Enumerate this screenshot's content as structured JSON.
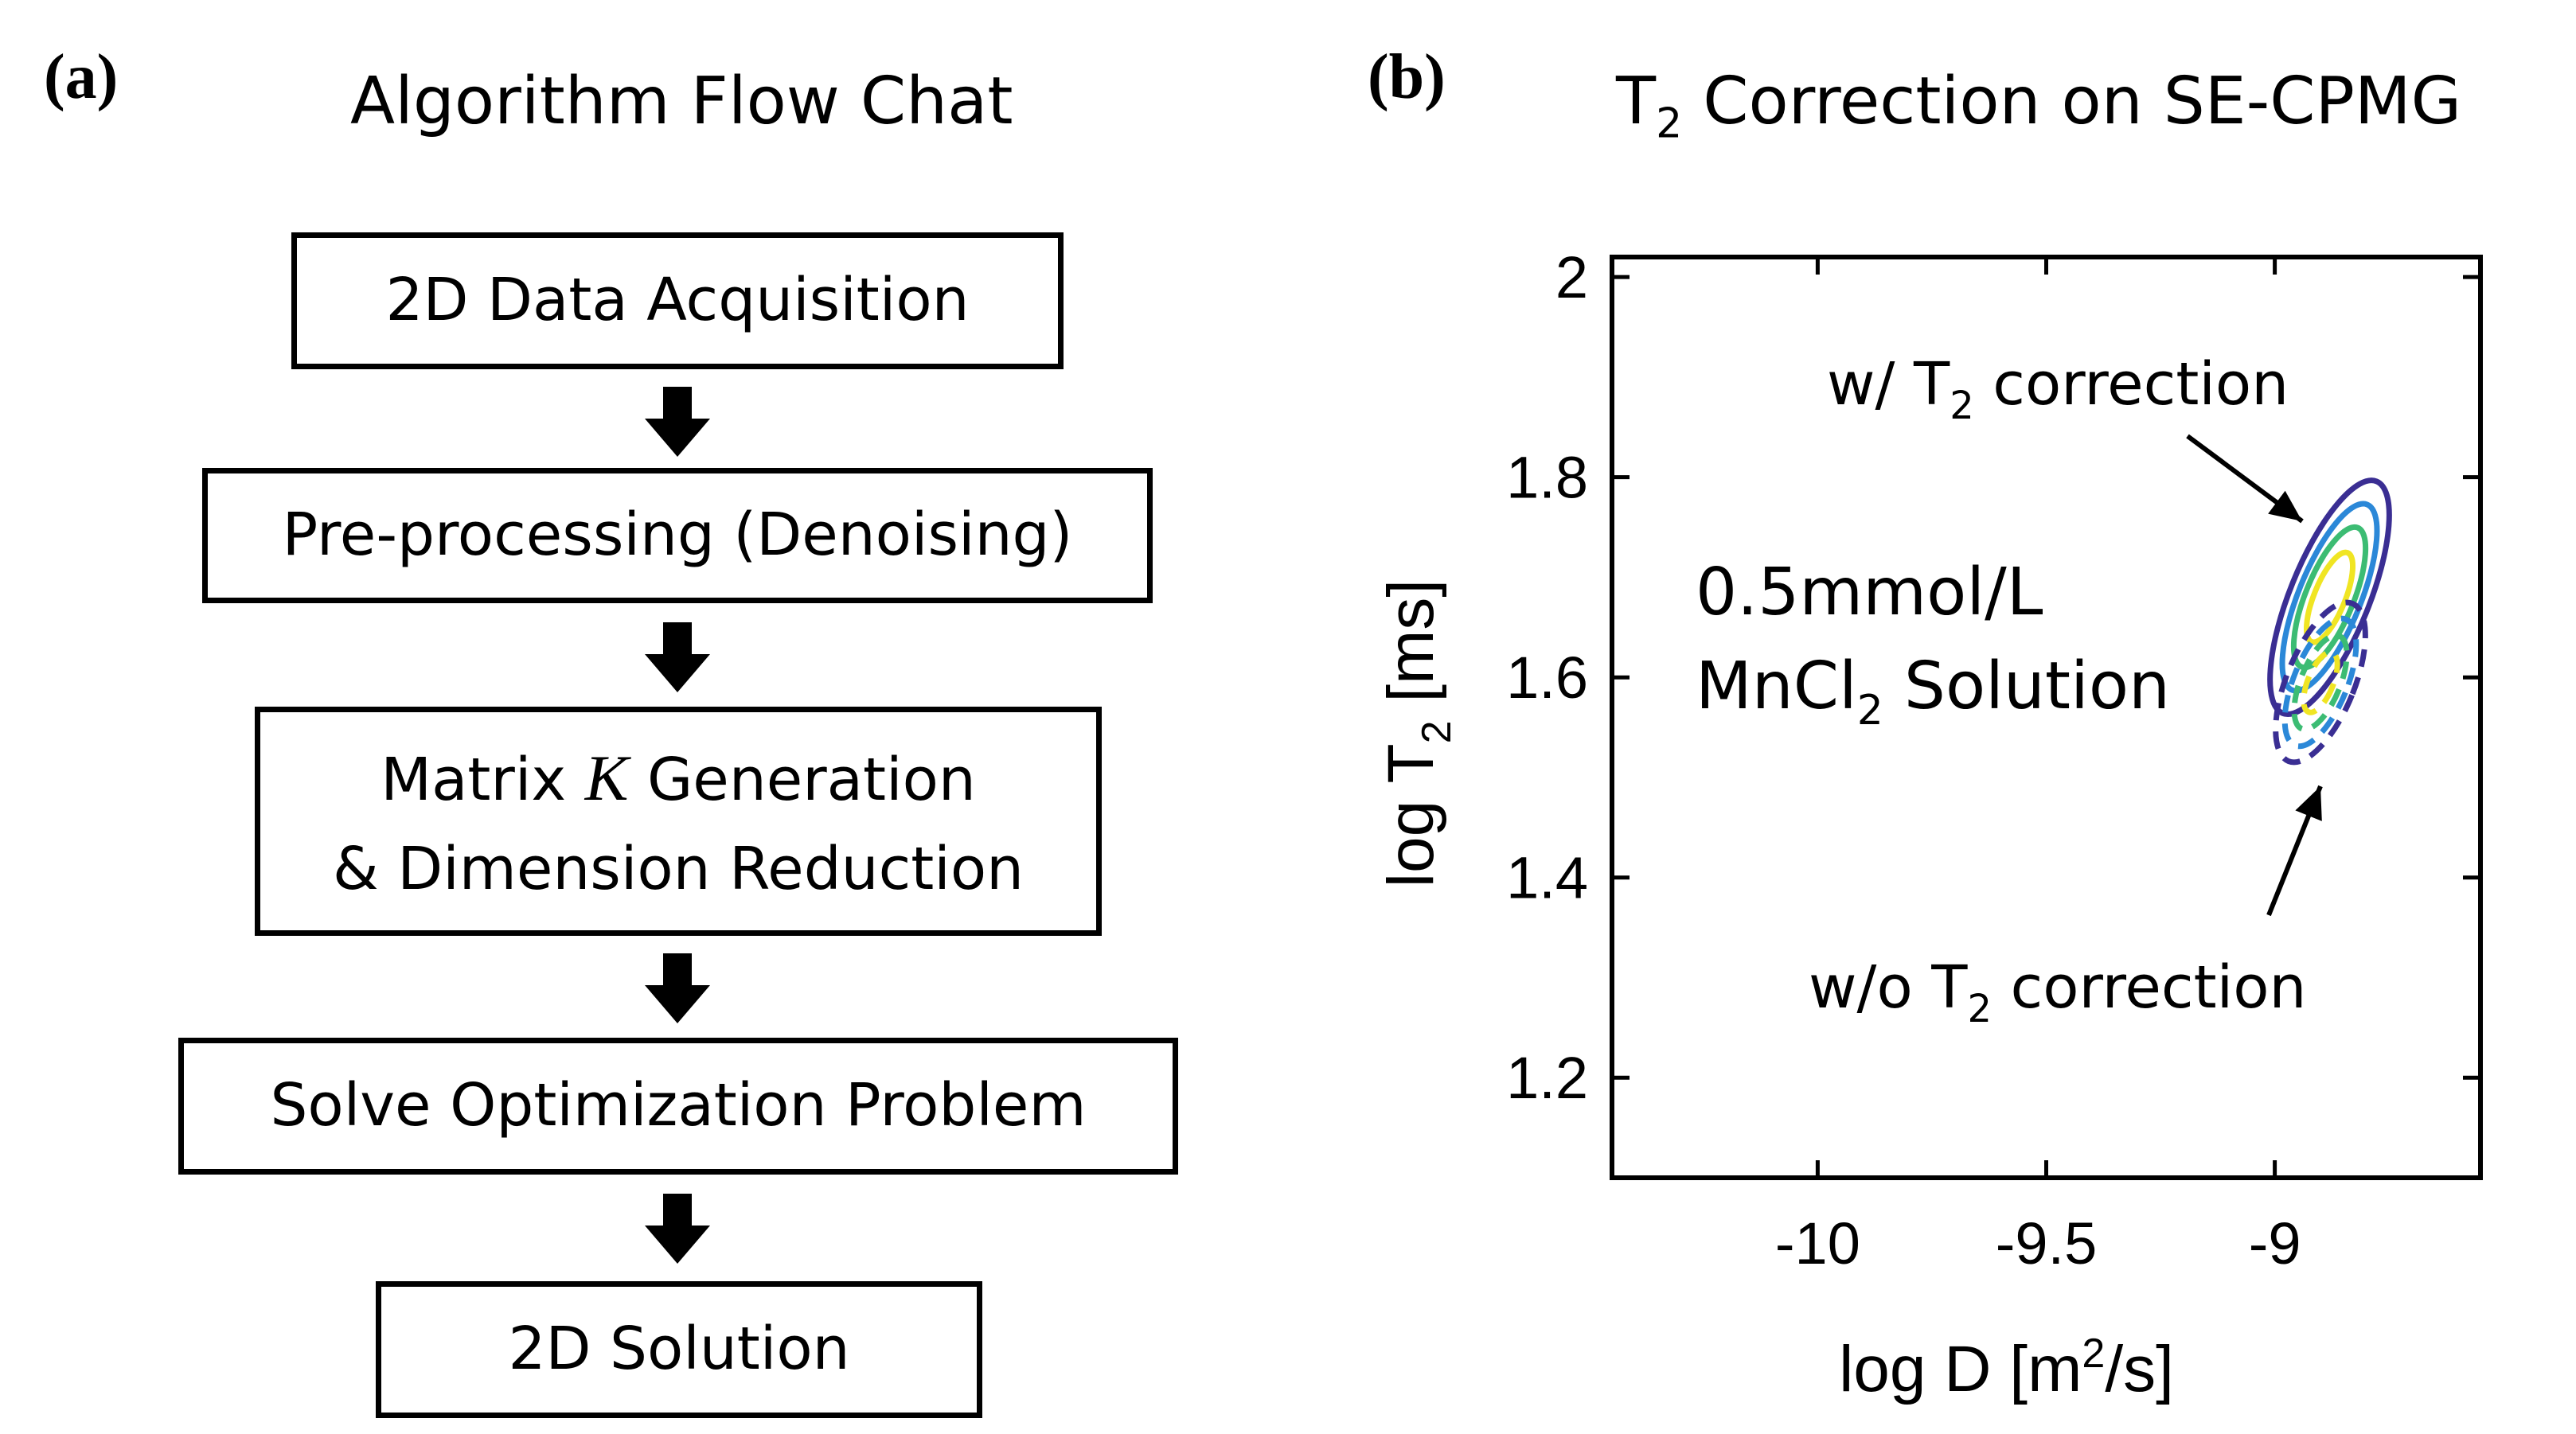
{
  "panel_a": {
    "label": "(a)",
    "title": "Algorithm Flow Chat",
    "steps": [
      {
        "line1": "2D Data Acquisition"
      },
      {
        "line1": "Pre-processing (Denoising)"
      },
      {
        "line1_pre": "Matrix ",
        "line1_sym": "K",
        "line1_post": " Generation",
        "line2": "& Dimension Reduction"
      },
      {
        "line1": "Solve Optimization Problem"
      },
      {
        "line1": "2D Solution"
      }
    ]
  },
  "panel_b": {
    "label": "(b)",
    "title_pre": "T",
    "title_sub": "2",
    "title_post": " Correction on SE-CPMG",
    "chart_data": {
      "type": "contour",
      "xlabel": "log D [m2/s]",
      "ylabel": "log T2 [ms]",
      "xlim": [
        -10.45,
        -8.55
      ],
      "ylim": [
        1.1,
        2.02
      ],
      "xticks": [
        -10,
        -9.5,
        -9
      ],
      "xtick_labels": [
        "-10",
        "-9.5",
        "-9"
      ],
      "yticks": [
        1.2,
        1.4,
        1.6,
        1.8,
        2
      ],
      "ytick_labels": [
        "1.2",
        "1.4",
        "1.6",
        "1.8",
        "2"
      ],
      "sample_text_line1": "0.5mmol/L",
      "sample_text_line2_pre": "MnCl",
      "sample_text_line2_sub": "2",
      "sample_text_line2_post": " Solution",
      "annotations": [
        {
          "pre": "w/ T",
          "sub": "2",
          "post": " correction",
          "style": "solid"
        },
        {
          "pre": "w/o T",
          "sub": "2",
          "post": " correction",
          "style": "dashed"
        }
      ],
      "series": [
        {
          "style": "solid",
          "center": [
            -8.88,
            1.68
          ],
          "levels": [
            {
              "rx": 0.14,
              "ry": 0.125,
              "color": "#3a2e93"
            },
            {
              "rx": 0.11,
              "ry": 0.1,
              "color": "#2b88d8"
            },
            {
              "rx": 0.085,
              "ry": 0.075,
              "color": "#3cbc73"
            },
            {
              "rx": 0.055,
              "ry": 0.048,
              "color": "#f0e523"
            }
          ]
        },
        {
          "style": "dashed",
          "center": [
            -8.9,
            1.595
          ],
          "levels": [
            {
              "rx": 0.12,
              "ry": 0.085,
              "color": "#3a2e93"
            },
            {
              "rx": 0.095,
              "ry": 0.068,
              "color": "#2b88d8"
            },
            {
              "rx": 0.07,
              "ry": 0.05,
              "color": "#3cbc73"
            },
            {
              "rx": 0.045,
              "ry": 0.032,
              "color": "#f0e523"
            }
          ]
        }
      ]
    }
  }
}
